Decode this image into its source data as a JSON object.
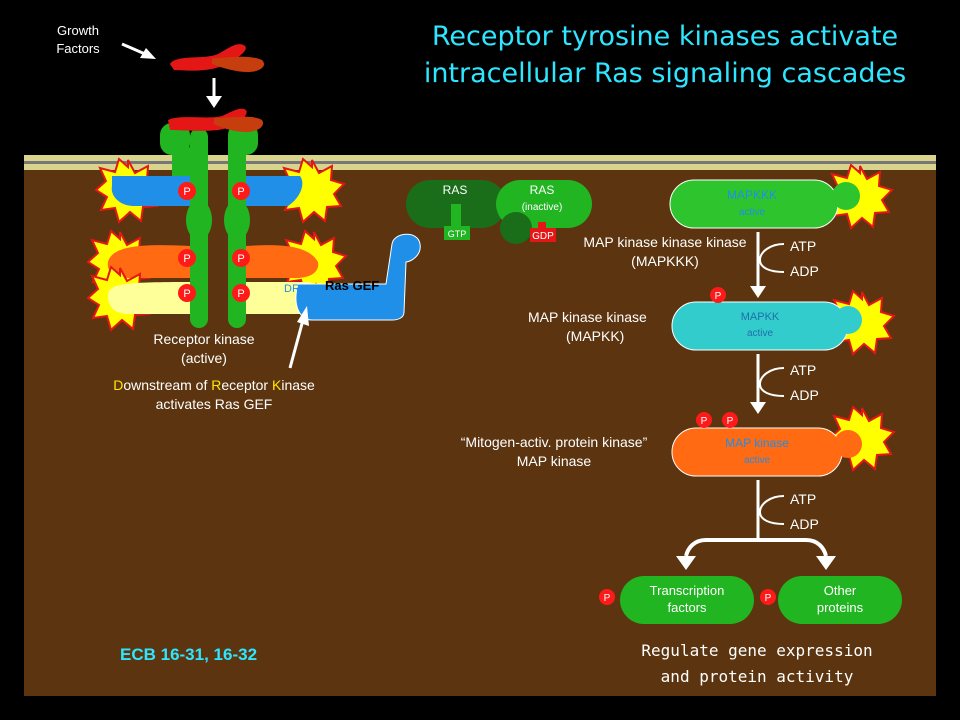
{
  "title": {
    "line1": "Receptor tyrosine kinases activate",
    "line2": "intracellular Ras signaling cascades"
  },
  "growth_factors": {
    "line1": "Growth",
    "line2": "Factors"
  },
  "receptor": {
    "phospho_label": "P",
    "caption_line1": "Receptor kinase",
    "caption_line2": "(active)"
  },
  "downstream": {
    "d1": "D",
    "d1_rest": "ownstream of ",
    "r1": "R",
    "r1_rest": "eceptor ",
    "k1": "K",
    "k1_rest": "inase",
    "line2": "activates Ras GEF"
  },
  "ras_gef": {
    "label": "Ras GEF",
    "drk_label": "DRK"
  },
  "ras_active": {
    "label": "RAS",
    "gtp": "GTP"
  },
  "ras_inactive": {
    "label": "RAS",
    "sub": "(inactive)",
    "gdp": "GDP"
  },
  "mapkkk": {
    "name": "MAPKKK",
    "state": "active",
    "caption_line1": "MAP kinase kinase kinase",
    "caption_line2": "(MAPKKK)"
  },
  "mapkk": {
    "name": "MAPKK",
    "state": "active",
    "caption_line1": "MAP kinase kinase",
    "caption_line2": "(MAPKK)"
  },
  "mapk": {
    "name": "MAP kinase",
    "state": "active",
    "caption_line1": "“Mitogen-activ.  protein kinase”",
    "caption_line2": "MAP kinase"
  },
  "atp_label": "ATP",
  "adp_label": "ADP",
  "transcription": {
    "line1": "Transcription",
    "line2": "factors"
  },
  "other_proteins": {
    "line1": "Other",
    "line2": "proteins"
  },
  "reference": "ECB 16-31, 16-32",
  "conclusion": {
    "line1": "Regulate gene expression",
    "line2": "and protein activity"
  },
  "colors": {
    "background": "#000000",
    "cytoplasm": "#5c3510",
    "membrane": "#d9d48c",
    "title": "#2ee6ff",
    "receptor": "#22b522",
    "ligand": "#e51616",
    "ras_gef": "#1f8fe8",
    "mapkkk": "#2dc42d",
    "mapkk": "#33cccc",
    "mapk": "#ff6a12",
    "starburst": "#ffff00",
    "phosphate": "#ff1a1a"
  }
}
